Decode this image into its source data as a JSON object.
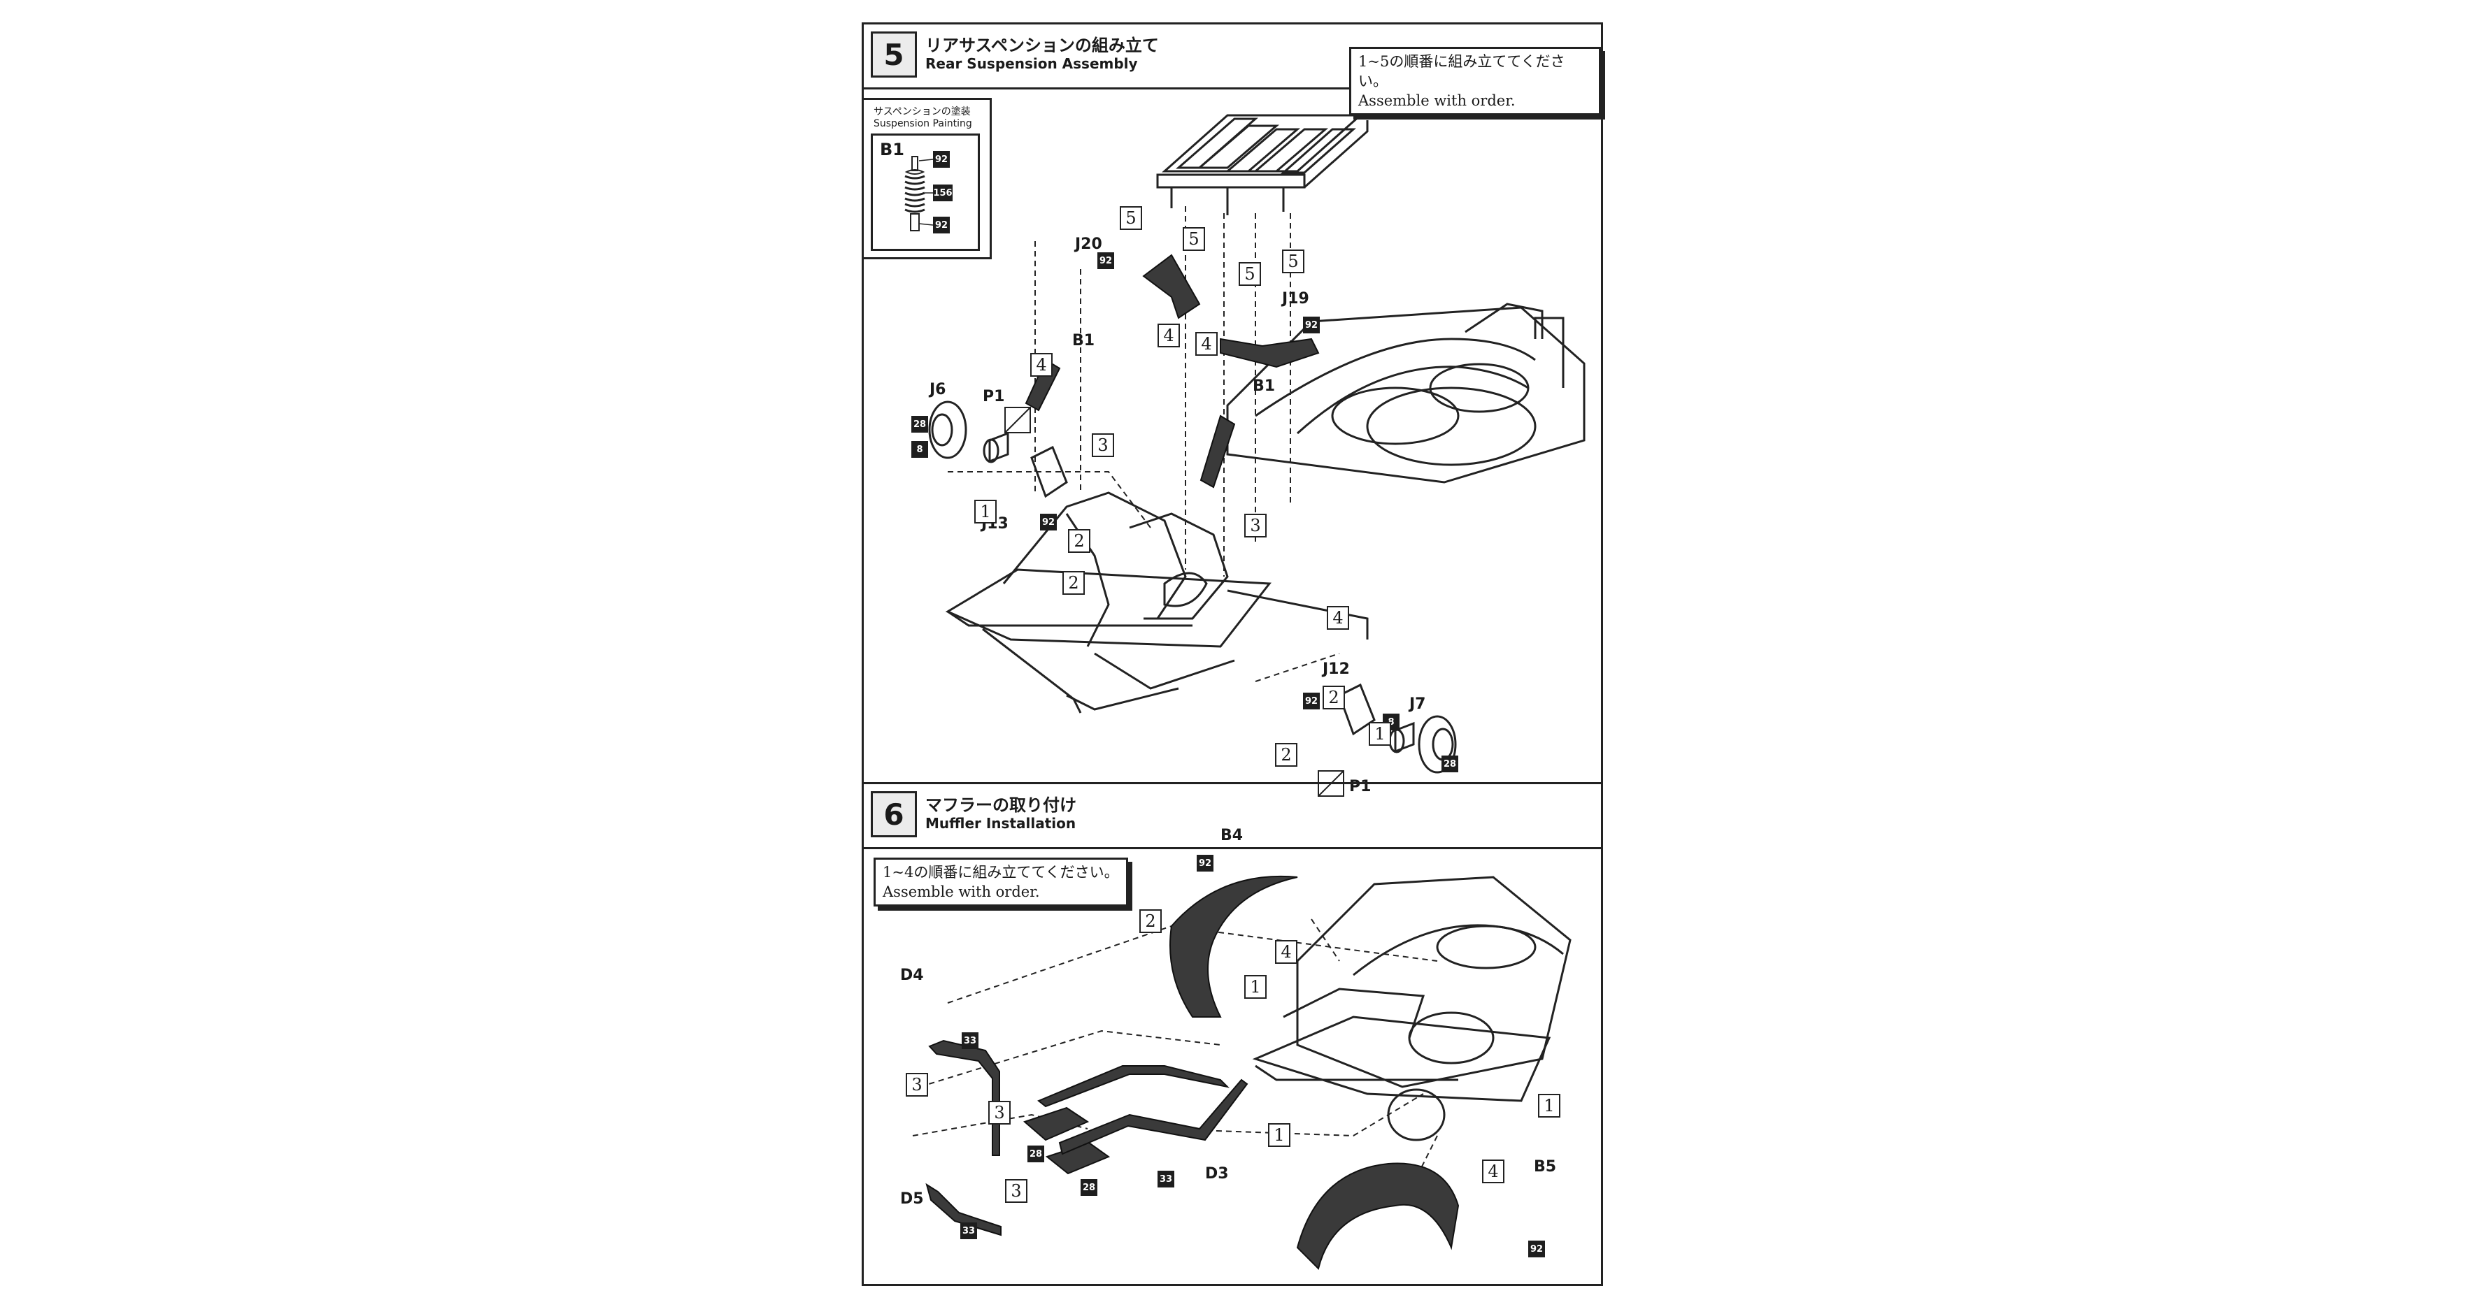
{
  "step5": {
    "number": "5",
    "title_jp": "リアサスペンションの組み立て",
    "title_en": "Rear Suspension Assembly",
    "note_jp": "1~5の順番に組み立ててください。",
    "note_en": "Assemble with order.",
    "painting_jp": "サスペンションの塗装",
    "painting_en": "Suspension Painting",
    "painting_part": "B1",
    "painting_colors": [
      "92",
      "156",
      "92"
    ],
    "parts": {
      "J20": "J20",
      "J19": "J19",
      "B1a": "B1",
      "B1b": "B1",
      "J6": "J6",
      "P1a": "P1",
      "J13": "J13",
      "J12": "J12",
      "J7": "J7",
      "P1b": "P1"
    },
    "colors": {
      "j20": "92",
      "j19": "92",
      "j6_top": "28",
      "j6_bot": "8",
      "j13": "92",
      "j12": "92",
      "j7_top": "8",
      "j7_bot": "28"
    },
    "order": [
      "5",
      "5",
      "5",
      "5",
      "4",
      "4",
      "4",
      "4",
      "3",
      "3",
      "2",
      "2",
      "2",
      "2",
      "1",
      "1"
    ]
  },
  "step6": {
    "number": "6",
    "title_jp": "マフラーの取り付け",
    "title_en": "Muffler Installation",
    "note_jp": "1~4の順番に組み立ててください。",
    "note_en": "Assemble with order.",
    "parts": {
      "B4": "B4",
      "D4": "D4",
      "D5": "D5",
      "D3": "D3",
      "B5": "B5"
    },
    "colors": {
      "b4": "92",
      "d4": "33",
      "d5": "33",
      "muffler_top": "28",
      "muffler_bot": "28",
      "d3": "33",
      "b5": "92"
    },
    "order": [
      "2",
      "1",
      "4",
      "3",
      "3",
      "3",
      "1",
      "1",
      "4"
    ]
  },
  "style": {
    "ink": "#1a1a1a",
    "paper": "#ffffff",
    "dark_part": "#3a3a3a"
  }
}
